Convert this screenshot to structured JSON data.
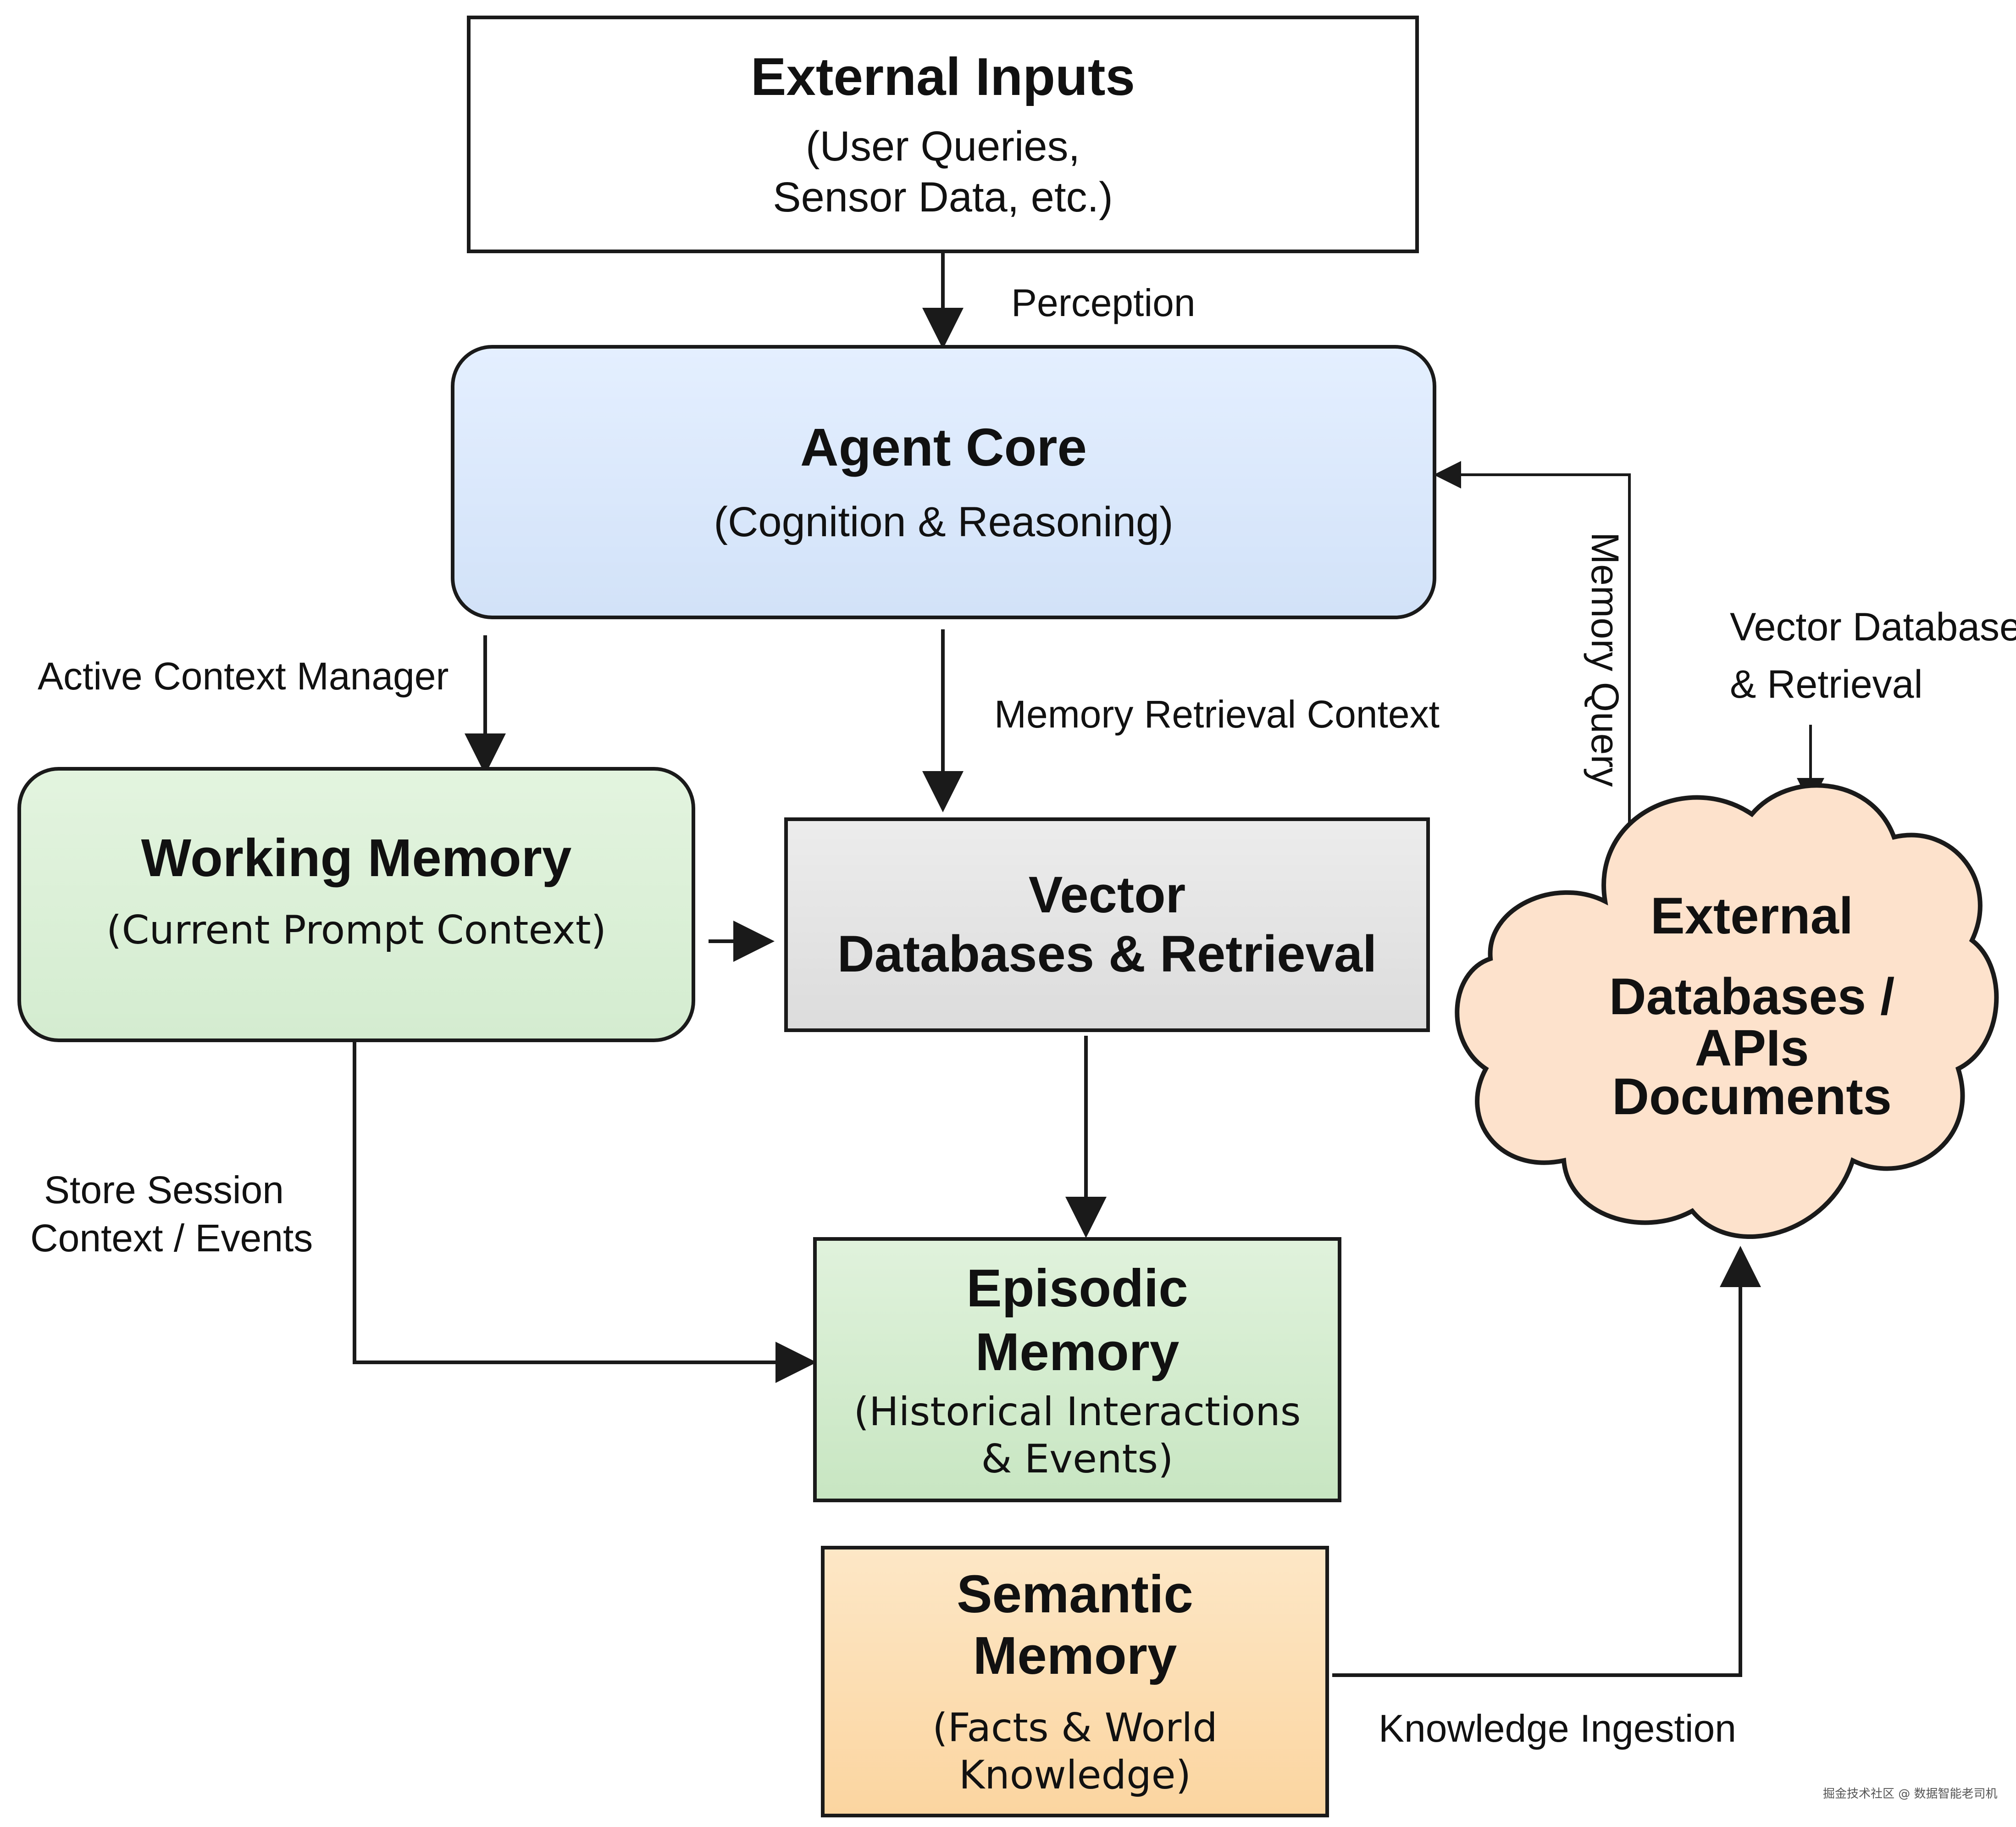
{
  "nodes": {
    "external_inputs": {
      "title": "External Inputs",
      "sub_line1": "(User Queries,",
      "sub_line2": "Sensor Data, etc.)"
    },
    "agent_core": {
      "title": "Agent Core",
      "sub": "(Cognition & Reasoning)"
    },
    "working_memory": {
      "title": "Working Memory",
      "sub": "(Current Prompt Context)"
    },
    "vector_db": {
      "line1": "Vector",
      "line2": "Databases & Retrieval"
    },
    "external_db": {
      "line1": "External",
      "line2": "Databases /",
      "line3": "APIs",
      "line4": "Documents"
    },
    "episodic_memory": {
      "title_line1": "Episodic",
      "title_line2": "Memory",
      "sub_line1": "(Historical Interactions",
      "sub_line2": "& Events)"
    },
    "semantic_memory": {
      "title_line1": "Semantic",
      "title_line2": "Memory",
      "sub_line1": "(Facts & World",
      "sub_line2": "Knowledge)"
    }
  },
  "edges": {
    "perception": "Perception",
    "active_context_manager": "Active Context Manager",
    "memory_retrieval_context": "Memory Retrieval Context",
    "memory_query": "Memory Query",
    "vector_db_retrieval_line1": "Vector Databases",
    "vector_db_retrieval_line2": "& Retrieval",
    "store_session_line1": "Store Session",
    "store_session_line2": "Context / Events",
    "knowledge_ingestion": "Knowledge Ingestion"
  },
  "colors": {
    "agent_core_fill": "#dbe8fb",
    "working_memory_fill": "#dcf0d8",
    "vector_db_fill": "#e4e4e4",
    "episodic_fill": "#d4ecd0",
    "semantic_fill": "#fde0b8",
    "cloud_fill": "#fde2cc",
    "line": "#1a1a1a"
  },
  "watermark": "掘金技术社区 @ 数据智能老司机"
}
